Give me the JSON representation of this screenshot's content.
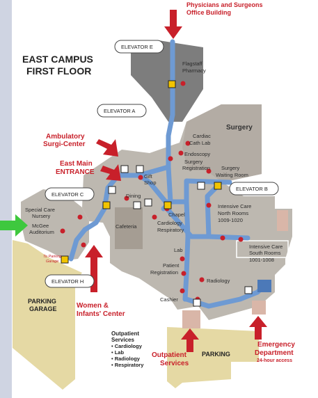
{
  "map": {
    "title_line1": "EAST CAMPUS",
    "title_line2": "FIRST FLOOR",
    "colors": {
      "building": "#bdb8b0",
      "building_dark": "#9e9891",
      "surgery": "#b3aca4",
      "path": "#6e9ad3",
      "path_dark": "#4c79b8",
      "parking": "#e5d9a4",
      "marker": "#c8202a",
      "accent_red": "#c8202a",
      "entrance_green": "#3ec83e",
      "elevator_e_building": "#7d7d7d"
    },
    "entrances": {
      "physicians_line1": "Physicians and Surgeons",
      "physicians_line2": "Office Building",
      "ambulatory_line1": "Ambulatory",
      "ambulatory_line2": "Surgi-Center",
      "east_main_line1": "East Main",
      "east_main_line2": "ENTRANCE",
      "women_line1": "Women &",
      "women_line2": "Infants' Center",
      "outpatient_line1": "Outpatient",
      "outpatient_line2": "Services",
      "emergency_line1": "Emergency",
      "emergency_line2": "Department",
      "emergency_line3": "24-hour access"
    },
    "elevators": {
      "e": "ELEVATOR E",
      "a": "ELEVATOR A",
      "b": "ELEVATOR B",
      "c": "ELEVATOR C",
      "h": "ELEVATOR H"
    },
    "rooms": {
      "flagstaff_1": "Flagstaff",
      "flagstaff_2": "Pharmacy",
      "surgery": "Surgery",
      "cardiac_1": "Cardiac",
      "cardiac_2": "Cath Lab",
      "endoscopy": "Endoscopy",
      "surgreg_1": "Surgery",
      "surgreg_2": "Registration",
      "surgwait_1": "Surgery",
      "surgwait_2": "Waiting Room",
      "gift_1": "Gift",
      "gift_2": "Shop",
      "dining": "Dining",
      "chapel": "Chapel",
      "cafeteria": "Cafeteria",
      "cardio_1": "Cardiology",
      "cardio_2": "Respiratory",
      "icu_north_1": "Intensive Care",
      "icu_north_2": "North Rooms",
      "icu_north_3": "1009-1020",
      "icu_south_1": "Intensive Care",
      "icu_south_2": "South Rooms",
      "icu_south_3": "1001-1008",
      "nursery_1": "Special Care",
      "nursery_2": "Nursery",
      "mcgee_1": "McGee",
      "mcgee_2": "Auditorium",
      "to_parking_1": "To Parking",
      "to_parking_2": "Garage",
      "lab": "Lab",
      "patreg_1": "Patient",
      "patreg_2": "Registration",
      "radiology": "Radiology",
      "cashier": "Cashier",
      "garage_1": "PARKING",
      "garage_2": "GARAGE",
      "parking": "PARKING"
    },
    "outpatient_list": {
      "heading_1": "Outpatient",
      "heading_2": "Services",
      "item_1": "• Cardiology",
      "item_2": "• Lab",
      "item_3": "• Radiology",
      "item_4": "• Respiratory"
    }
  }
}
